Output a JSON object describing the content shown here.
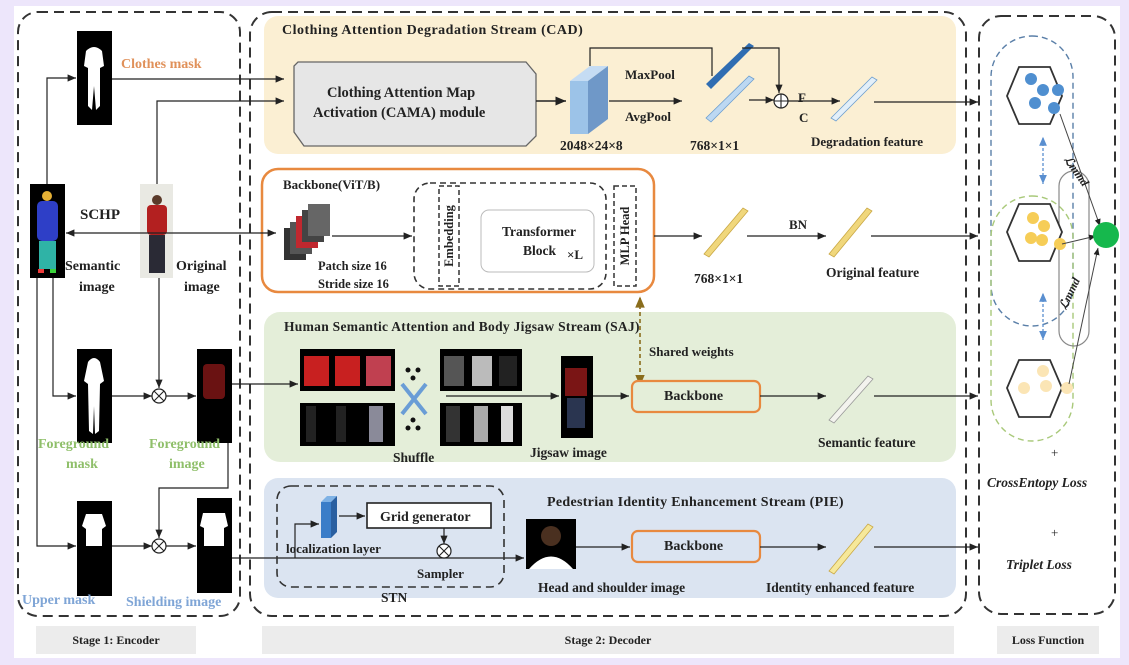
{
  "colors": {
    "cad_bg": "#fbefd3",
    "saj_bg": "#e4eed9",
    "pie_bg": "#dbe4f1",
    "backbone_border": "#e8893f",
    "cuboid_blue": "#9cc3e8",
    "bar_dark_blue": "#2f6db2",
    "bar_light_blue": "#bcd8f2",
    "bar_yellow": "#f0d77c",
    "node_green": "#16b84d",
    "dot_blue": "#4f8fd0",
    "dot_yellow": "#f6cd57",
    "dot_pale": "#fbe5b5"
  },
  "stages": {
    "encoder": "Stage 1: Encoder",
    "decoder": "Stage 2: Decoder",
    "loss": "Loss Function"
  },
  "encoder": {
    "clothes_mask": "Clothes mask",
    "schp": "SCHP",
    "semantic_image": [
      "Semantic",
      "image"
    ],
    "original_image": [
      "Original",
      "image"
    ],
    "foreground_mask": [
      "Foreground",
      "mask"
    ],
    "foreground_image": [
      "Foreground",
      "image"
    ],
    "upper_mask": "Upper mask",
    "shielding_image": "Shielding image"
  },
  "cad": {
    "title": "Clothing Attention Degradation Stream (CAD)",
    "module": [
      "Clothing Attention Map",
      "Activation (CAMA) module"
    ],
    "cuboid_dims": "2048×24×8",
    "maxpool": "MaxPool",
    "avgpool": "AvgPool",
    "pool_dims": "768×1×1",
    "fuse_top": "F",
    "fuse_bottom": "C",
    "output": "Degradation feature"
  },
  "backbone": {
    "title": "Backbone(ViT/B)",
    "patch": "Patch size 16",
    "stride": "Stride size 16",
    "embedding": "Embedding",
    "transformer": [
      "Transformer",
      "Block"
    ],
    "repeat": "×L",
    "mlp_head": "MLP Head",
    "out_dims": "768×1×1",
    "bn": "BN",
    "output": "Original feature"
  },
  "saj": {
    "title": "Human Semantic Attention and Body Jigsaw Stream (SAJ)",
    "shared_weights": "Shared weights",
    "shuffle": "Shuffle",
    "jigsaw_image": "Jigsaw image",
    "backbone": "Backbone",
    "output": "Semantic feature"
  },
  "pie": {
    "title": "Pedestrian Identity Enhancement Stream (PIE)",
    "grid_generator": "Grid generator",
    "localization": "localization layer",
    "sampler": "Sampler",
    "stn": "STN",
    "head_shoulder": "Head and shoulder image",
    "backbone": "Backbone",
    "output": "Identity enhanced feature"
  },
  "loss": {
    "mmd_label": "ℒmmd",
    "plus": "+",
    "cross_entropy": "CrossEntopy Loss",
    "triplet": "Triplet Loss"
  }
}
